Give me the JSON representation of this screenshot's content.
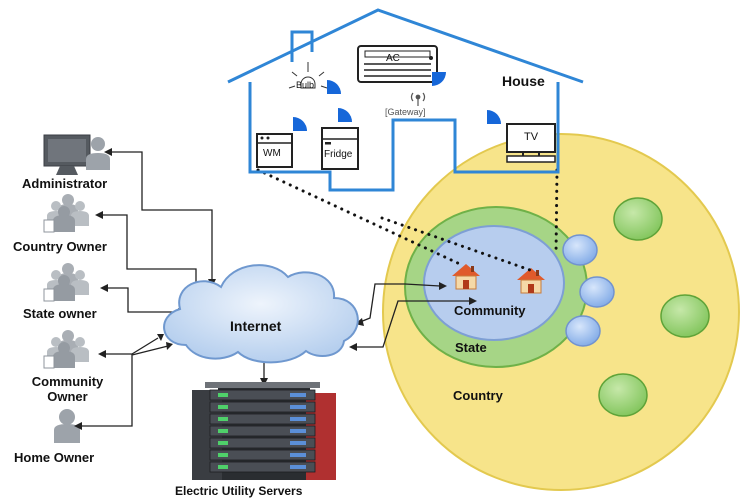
{
  "house": {
    "title": "House",
    "appliances": {
      "ac": "AC",
      "bulb": "Bulb",
      "gateway": "[Gateway]",
      "wm": "WM",
      "fridge": "Fridge",
      "tv": "TV"
    }
  },
  "users": {
    "administrator": "Administrator",
    "country_owner": "Country Owner",
    "state_owner": "State owner",
    "community_owner_line1": "Community",
    "community_owner_line2": "Owner",
    "home_owner": "Home Owner"
  },
  "network": {
    "internet": "Internet",
    "servers": "Electric Utility Servers"
  },
  "regions": {
    "community": "Community",
    "state": "State",
    "country": "Country"
  },
  "colors": {
    "house_outline": "#2f86d6",
    "sensor_blue": "#1667d9",
    "country_fill": "#f7e48a",
    "state_fill": "#9ed07e",
    "community_fill": "#b7cdee",
    "blob_green": "#9ed07e",
    "blob_blue": "#9ec0ee",
    "cloud_fill": "#c9dcf2",
    "person_gray": "#9da3aa",
    "server_dark": "#2f3238"
  }
}
